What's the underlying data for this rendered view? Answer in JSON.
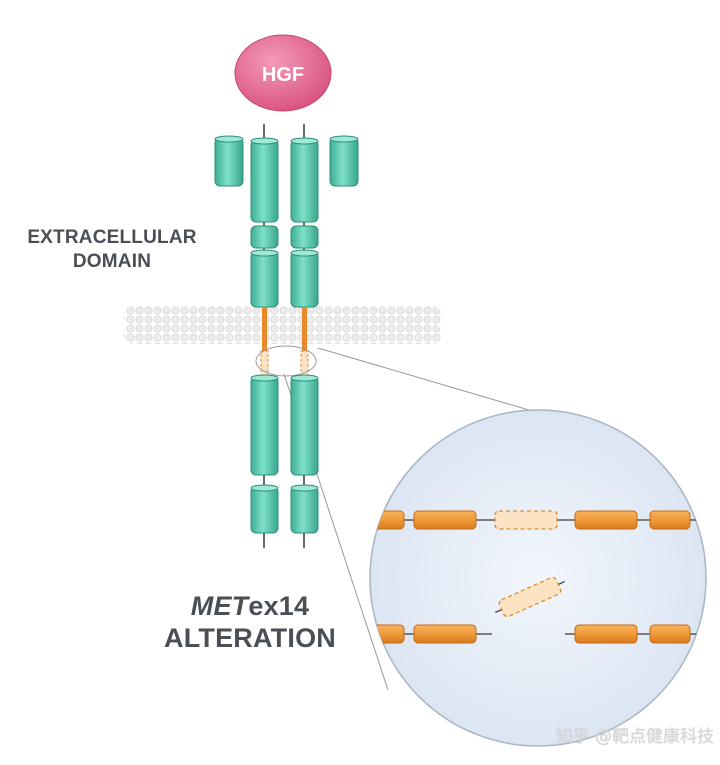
{
  "ligand": {
    "label": "HGF"
  },
  "labels": {
    "extracellular_line1": "EXTRACELLULAR",
    "extracellular_line2": "DOMAIN",
    "alteration_gene": "MET",
    "alteration_suffix": "ex14",
    "alteration_line2": "ALTERATION"
  },
  "watermark": "知乎 @靶点健康科技",
  "colors": {
    "ligand": "#e06a95",
    "receptor": "#5cc9b0",
    "receptor_stroke": "#2c8f7a",
    "transmembrane": "#e8892a",
    "exon": "#ef9a3a",
    "membrane": "#e6e6e6",
    "zoom_circle_fill": "#e6eef9",
    "label_text": "#4a4e55"
  }
}
